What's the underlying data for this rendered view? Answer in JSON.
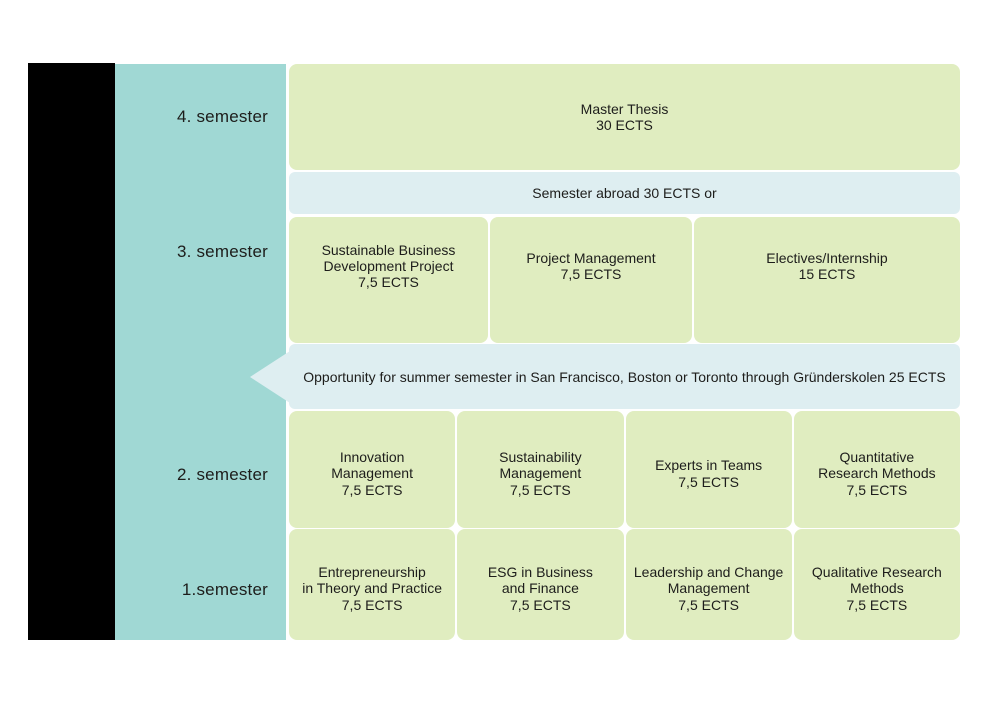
{
  "palette": {
    "teal": "#a0d8d4",
    "green": "#e0edc0",
    "light_blue": "#deeef1",
    "silhouette_black": "#000000",
    "text": "#1d1d1b"
  },
  "semester_labels": {
    "s4": "4. semester",
    "s3": "3. semester",
    "s2": "2. semester",
    "s1": "1.semester"
  },
  "rows": {
    "master": {
      "text": "Master Thesis\n30 ECTS"
    },
    "abroad": {
      "text": "Semester abroad 30 ECTS or"
    },
    "sem3": {
      "b1": "Sustainable Business\nDevelopment Project\n7,5 ECTS",
      "b2": "Project Management\n7,5 ECTS",
      "b3": "Electives/Internship\n15 ECTS"
    },
    "summer": {
      "text": "Opportunity for summer semester in San Francisco, Boston or Toronto through Gründerskolen 25 ECTS"
    },
    "sem2": {
      "b1": "Innovation\nManagement\n7,5 ECTS",
      "b2": "Sustainability\nManagement\n7,5 ECTS",
      "b3": "Experts in Teams\n7,5 ECTS",
      "b4": "Quantitative\nResearch Methods\n7,5 ECTS"
    },
    "sem1": {
      "b1": "Entrepreneurship\nin Theory and Practice\n7,5 ECTS",
      "b2": "ESG in Business\nand Finance\n7,5 ECTS",
      "b3": "Leadership and Change\nManagement\n7,5 ECTS",
      "b4": "Qualitative Research\nMethods\n7,5 ECTS"
    }
  }
}
